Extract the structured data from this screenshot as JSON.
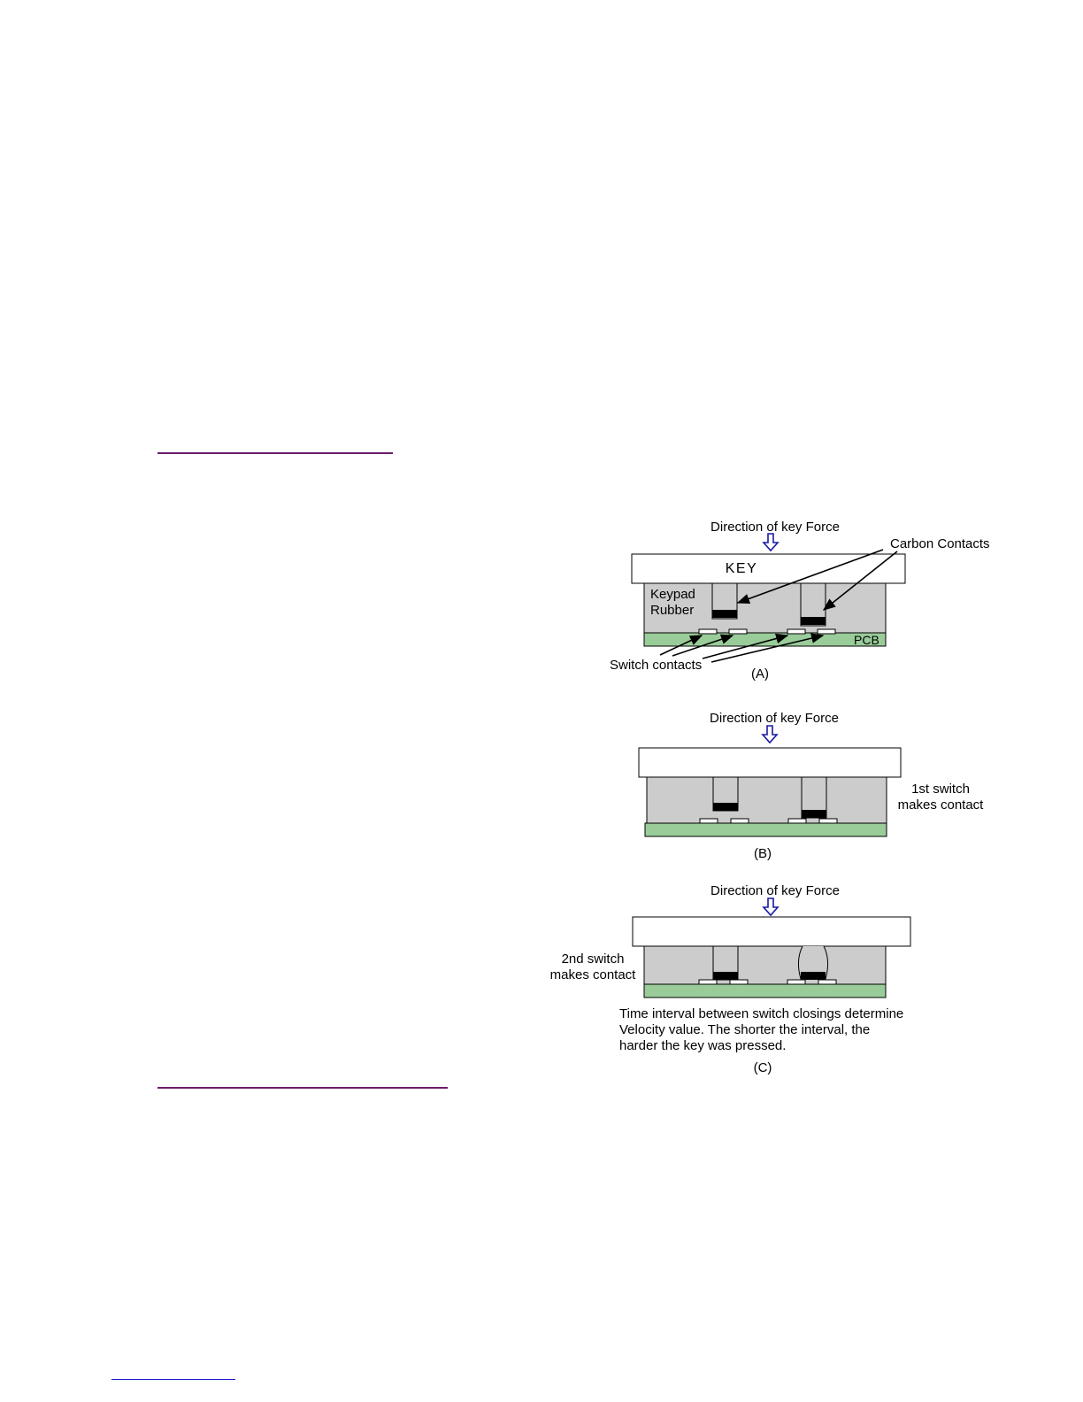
{
  "colors": {
    "rubber": "#cccccc",
    "pcb": "#99cc99",
    "carbon": "#000000",
    "force_arrow": "#1a1aa6",
    "rule": "#6b1a6b",
    "link_rule": "#1a1acc"
  },
  "panel_a": {
    "force_label": "Direction of key Force",
    "key_label": "KEY",
    "rubber_label_line1": "Keypad",
    "rubber_label_line2": "Rubber",
    "pcb_label": "PCB",
    "carbon_label": "Carbon Contacts",
    "switch_label": "Switch contacts",
    "caption": "(A)"
  },
  "panel_b": {
    "force_label": "Direction of key Force",
    "note_line1": "1st switch",
    "note_line2": "makes contact",
    "caption": "(B)"
  },
  "panel_c": {
    "force_label": "Direction of key Force",
    "note_line1": "2nd switch",
    "note_line2": "makes contact",
    "desc_line1": "Time interval between switch closings determine",
    "desc_line2": "Velocity value. The shorter the interval, the",
    "desc_line3": "harder the key was pressed.",
    "caption": "(C)"
  }
}
